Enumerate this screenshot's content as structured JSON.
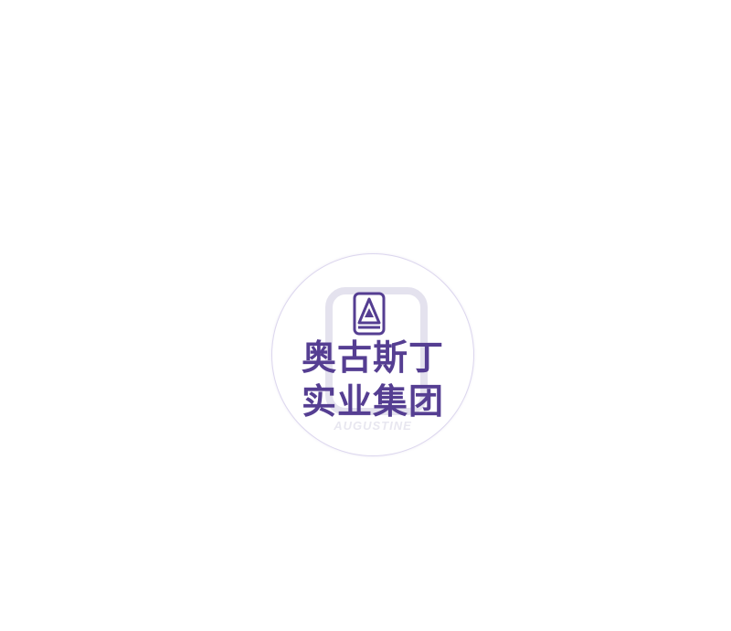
{
  "logo": {
    "icon": "triangle-in-rounded-square-icon",
    "name_line_1": "奥古斯丁",
    "name_line_2": "实业集团",
    "watermark_text": "AUGUSTINE"
  },
  "colors": {
    "brand_purple": "#553e92",
    "watermark": "#e4e2ee",
    "background": "#ffffff"
  }
}
